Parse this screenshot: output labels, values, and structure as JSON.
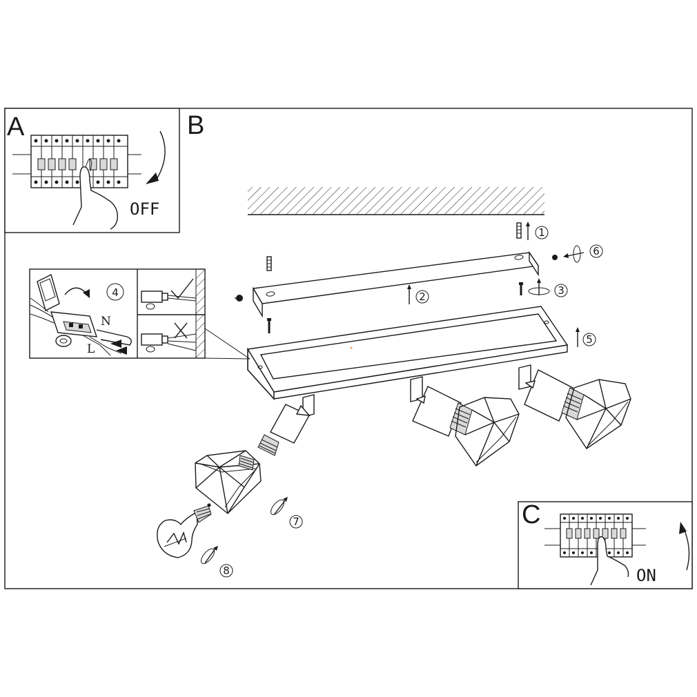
{
  "panels": {
    "a": {
      "letter": "A",
      "state_label": "OFF"
    },
    "b": {
      "letter": "B"
    },
    "c": {
      "letter": "C",
      "state_label": "ON"
    }
  },
  "wiring_detail": {
    "step": "4",
    "neutral": "N",
    "live": "L"
  },
  "steps": [
    "1",
    "2",
    "3",
    "5",
    "6",
    "7",
    "8"
  ],
  "colors": {
    "line": "#1a1a1a",
    "background": "#ffffff",
    "dot": "#f4a261"
  }
}
